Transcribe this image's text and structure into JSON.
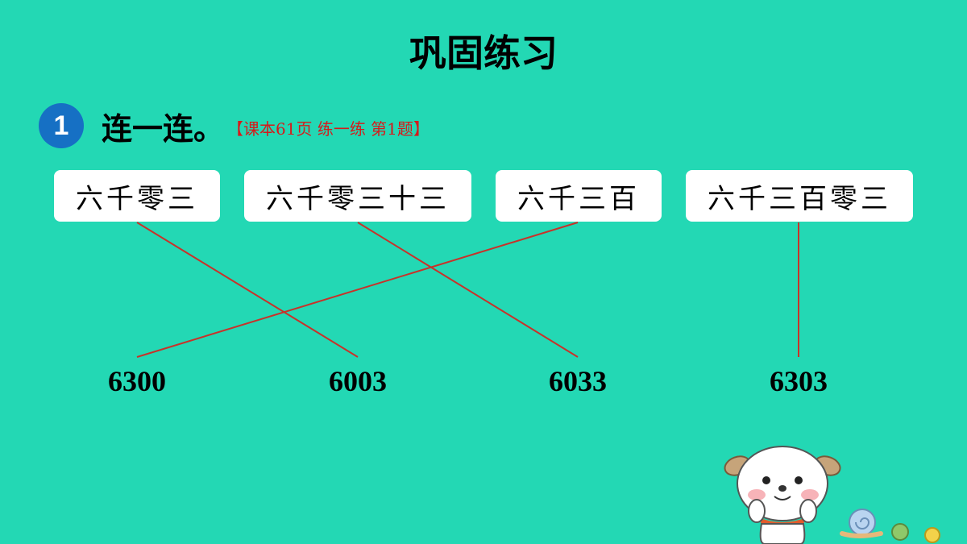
{
  "title": "巩固练习",
  "question": {
    "number": "1",
    "instruction": "连一连。",
    "reference": "【课本61页 练一练 第1题】"
  },
  "word_boxes": [
    "六千零三",
    "六千零三十三",
    "六千三百",
    "六千三百零三"
  ],
  "numbers": [
    "6300",
    "6003",
    "6033",
    "6303"
  ],
  "connections": [
    {
      "word": "六千零三",
      "number": "6003"
    },
    {
      "word": "六千零三十三",
      "number": "6033"
    },
    {
      "word": "六千三百",
      "number": "6300"
    },
    {
      "word": "六千三百零三",
      "number": "6303"
    }
  ],
  "colors": {
    "background": "#23d8b4",
    "badge": "#1670c4",
    "reference_text": "#d61a1a",
    "line": "#c8322a"
  },
  "decoration": "cartoon-dog-illustration"
}
